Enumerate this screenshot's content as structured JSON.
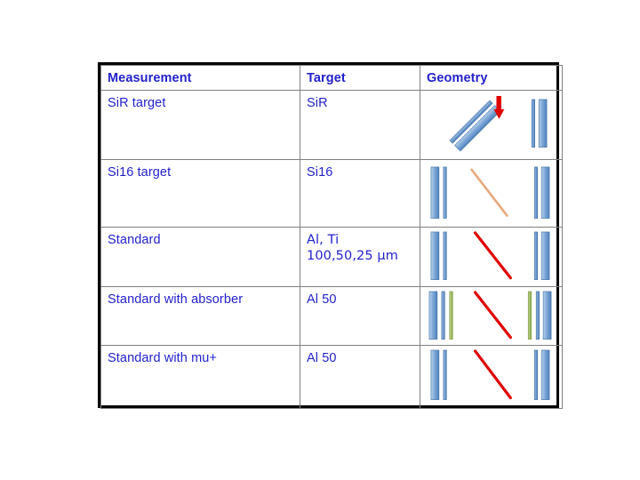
{
  "slide": {
    "background_color": "#ffffff",
    "text_color": "#2222cc",
    "border_color": "#000000",
    "grid_color": "#808080"
  },
  "table": {
    "headers": {
      "measurement": "Measurement",
      "target": "Target",
      "geometry": "Geometry"
    },
    "rows": [
      {
        "measurement": "SiR target",
        "target": "SiR",
        "geometry_name": "tilted-detector-pair-with-beam-arrow"
      },
      {
        "measurement": "Si16 target",
        "target": "Si16",
        "geometry_name": "vertical-detector-pairs-with-orange-track"
      },
      {
        "measurement": "Standard",
        "target": "Al, Ti\n100,50,25 μm",
        "geometry_name": "vertical-detector-pairs-with-red-track"
      },
      {
        "measurement": "Standard with absorber",
        "target": "Al 50",
        "geometry_name": "vertical-detector-pairs-with-absorber-and-red-track"
      },
      {
        "measurement": "Standard with mu+",
        "target": "Al 50",
        "geometry_name": "vertical-detector-pairs-with-red-track"
      }
    ]
  },
  "geometry_legend": {
    "detector_bar_color": "#6b9bd2",
    "detector_bar_edge_color": "#3a6ea5",
    "absorber_bar_color": "#9cb85a",
    "beam_arrow_color": "#e00000",
    "red_track_color": "#e00000",
    "orange_track_color": "#e8a87c"
  }
}
